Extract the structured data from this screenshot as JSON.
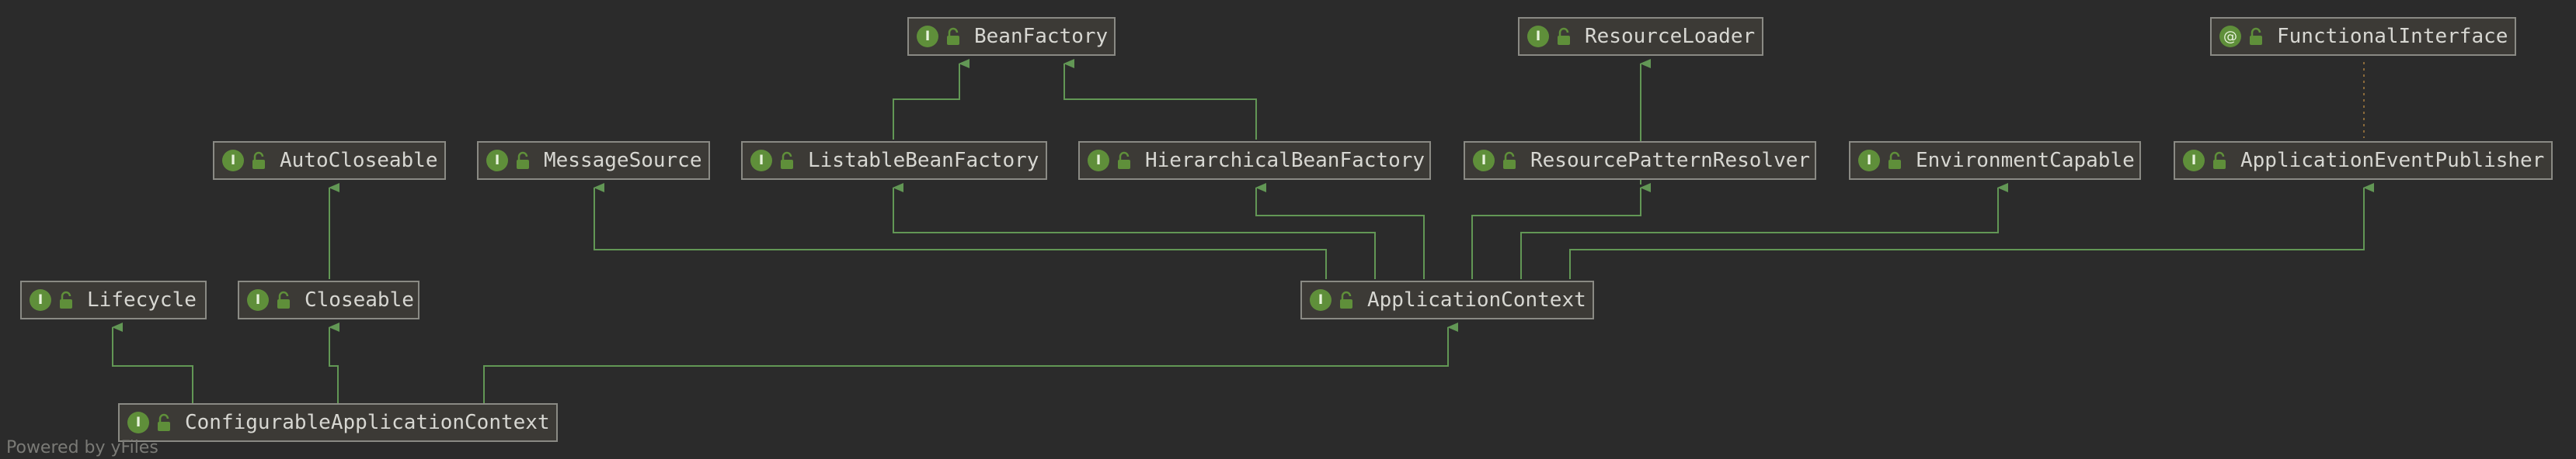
{
  "nodes": {
    "bean_factory": {
      "label": "BeanFactory",
      "kind": "I"
    },
    "resource_loader": {
      "label": "ResourceLoader",
      "kind": "I"
    },
    "functional_interface": {
      "label": "FunctionalInterface",
      "kind": "@"
    },
    "auto_closeable": {
      "label": "AutoCloseable",
      "kind": "I"
    },
    "message_source": {
      "label": "MessageSource",
      "kind": "I"
    },
    "listable_bean_factory": {
      "label": "ListableBeanFactory",
      "kind": "I"
    },
    "hierarchical_bean_factory": {
      "label": "HierarchicalBeanFactory",
      "kind": "I"
    },
    "resource_pattern_resolver": {
      "label": "ResourcePatternResolver",
      "kind": "I"
    },
    "environment_capable": {
      "label": "EnvironmentCapable",
      "kind": "I"
    },
    "application_event_publisher": {
      "label": "ApplicationEventPublisher",
      "kind": "I"
    },
    "lifecycle": {
      "label": "Lifecycle",
      "kind": "I"
    },
    "closeable": {
      "label": "Closeable",
      "kind": "I"
    },
    "application_context": {
      "label": "ApplicationContext",
      "kind": "I"
    },
    "configurable_application_context": {
      "label": "ConfigurableApplicationContext",
      "kind": "I"
    }
  },
  "watermark": "Powered by yFiles",
  "colors": {
    "edge": "#629755",
    "background": "#2b2b2b",
    "node_fill": "#3c3a36",
    "node_border": "#8a8a84",
    "badge": "#5f8f3a"
  }
}
